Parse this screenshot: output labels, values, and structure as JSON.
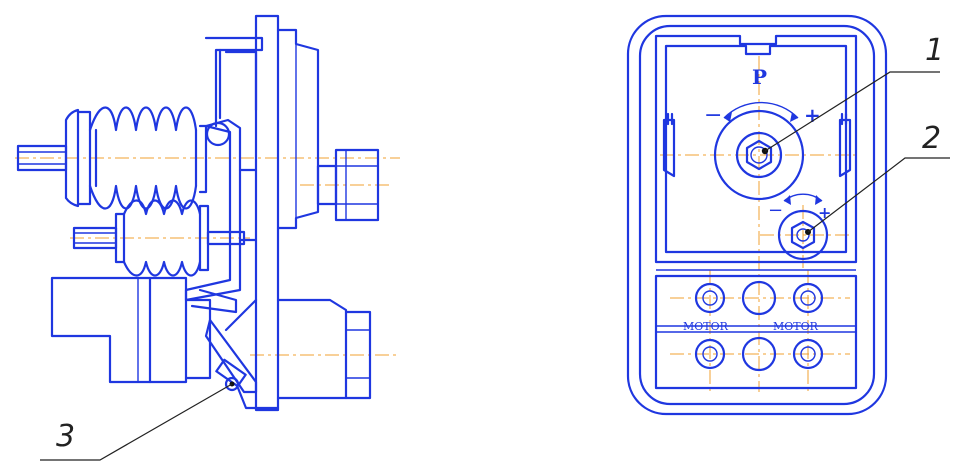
{
  "colors": {
    "line": "#1f37e0",
    "centerline": "#f0a030",
    "leader": "#222222",
    "background": "#ffffff"
  },
  "callouts": {
    "c1": "1",
    "c2": "2",
    "c3": "3"
  },
  "labels": {
    "pressure": "P",
    "minus": "−",
    "plus": "+",
    "motor_left": "MOTOR",
    "motor_right": "MOTOR"
  }
}
